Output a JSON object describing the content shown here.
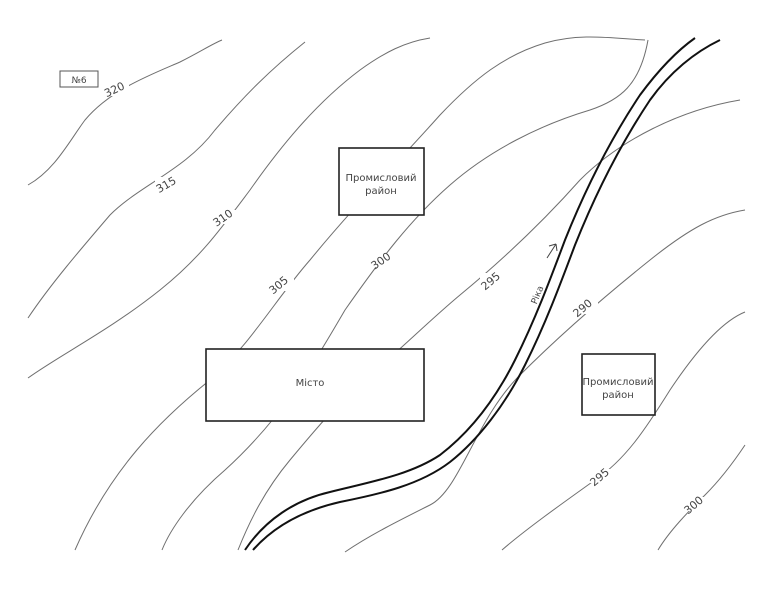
{
  "map": {
    "sheet_label": "№6",
    "contours": [
      {
        "name": "contour-320",
        "label": "320"
      },
      {
        "name": "contour-315",
        "label": "315"
      },
      {
        "name": "contour-310",
        "label": "310"
      },
      {
        "name": "contour-305",
        "label": "305"
      },
      {
        "name": "contour-300-upper",
        "label": "300"
      },
      {
        "name": "contour-295-upper",
        "label": "295"
      },
      {
        "name": "contour-290",
        "label": "290"
      },
      {
        "name": "contour-295-lower",
        "label": "295"
      },
      {
        "name": "contour-300-lower",
        "label": "300"
      }
    ],
    "river": {
      "label": "Ріка"
    },
    "zones": [
      {
        "name": "industrial-zone-north",
        "lines": [
          "Промисловий",
          "район"
        ]
      },
      {
        "name": "city-zone",
        "lines": [
          "Місто"
        ]
      },
      {
        "name": "industrial-zone-east",
        "lines": [
          "Промисловий",
          "район"
        ]
      }
    ]
  }
}
